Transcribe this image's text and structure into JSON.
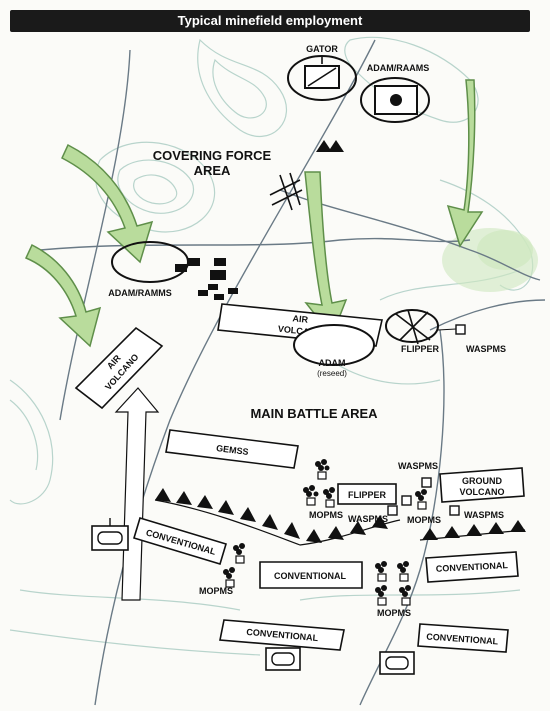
{
  "title": "Typical minefield employment",
  "areas": {
    "covering_force_line1": "COVERING FORCE",
    "covering_force_line2": "AREA",
    "main_battle": "MAIN BATTLE AREA"
  },
  "systems": {
    "gator": "GATOR",
    "adam_raams": "ADAM/RAAMS",
    "adam_ramms": "ADAM/RAMMS",
    "air_volcano_line1": "AIR",
    "air_volcano_line2": "VOLCANO",
    "adam": "ADAM",
    "reseed": "(reseed)",
    "flipper": "FLIPPER",
    "waspms": "WASPMS",
    "gemss": "GEMSS",
    "ground_volcano_line1": "GROUND",
    "ground_volcano_line2": "VOLCANO",
    "mopms": "MOPMS",
    "conventional": "CONVENTIONAL"
  },
  "colors": {
    "arrow_fill": "#b9dc9c",
    "arrow_stroke": "#5f8f4a",
    "terrain": "#b8d4cc",
    "roads": "#6a7a86",
    "ink": "#111111",
    "vegetation": "#cfe8bf"
  }
}
